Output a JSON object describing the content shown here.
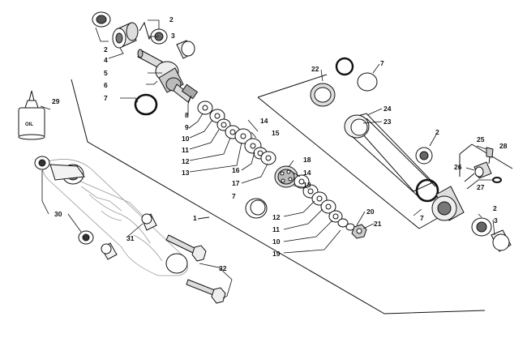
{
  "diagram": {
    "callouts": {
      "p1": "1",
      "p2": "2",
      "p3": "3",
      "p4": "4",
      "p5": "5",
      "p6": "6",
      "p7": "7",
      "p8": "8",
      "p9": "9",
      "p10": "10",
      "p11": "11",
      "p12": "12",
      "p13": "13",
      "p14": "14",
      "p15": "15",
      "p16": "16",
      "p17": "17",
      "p18": "18",
      "p19": "19",
      "p20": "20",
      "p21": "21",
      "p22": "22",
      "p23": "23",
      "p24": "24",
      "p25": "25",
      "p26": "26",
      "p27": "27",
      "p28": "28",
      "p29": "29",
      "p30": "30",
      "p31": "31",
      "p32": "32"
    },
    "oil_bottle_label": "OIL"
  }
}
